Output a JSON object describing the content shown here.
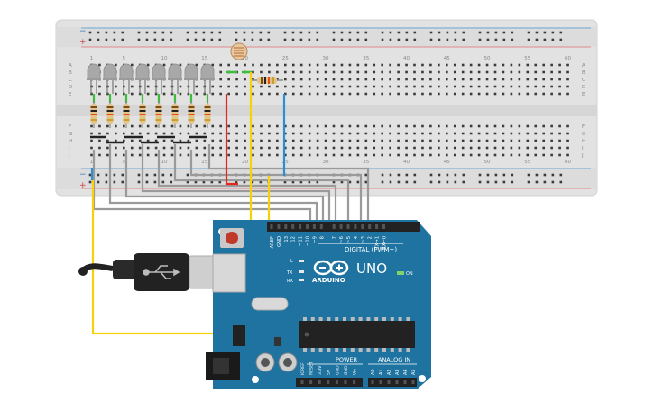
{
  "breadboard": {
    "column_numbers": [
      "1",
      "5",
      "10",
      "15",
      "20",
      "25",
      "30",
      "35",
      "40",
      "45",
      "50",
      "55",
      "60"
    ],
    "row_letters_top": [
      "A",
      "B",
      "C",
      "D",
      "E"
    ],
    "row_letters_bottom": [
      "F",
      "G",
      "H",
      "I",
      "J"
    ],
    "rail_minus": "−",
    "rail_plus": "+"
  },
  "arduino": {
    "model": "UNO",
    "brand": "ARDUINO",
    "digital_header_label": "DIGITAL (PWM~)",
    "digital_pins": [
      "AREF",
      "GND",
      "13",
      "12",
      "~11",
      "~10",
      "~9",
      "8",
      "7",
      "~6",
      "~5",
      "4",
      "~3",
      "2",
      "TX→1",
      "RX←0"
    ],
    "on_label": "ON",
    "l_label": "L",
    "tx_label": "TX",
    "rx_label": "RX",
    "power_label": "POWER",
    "analog_label": "ANALOG IN",
    "power_pins": [
      "IOREF",
      "RESET",
      "3.3V",
      "5V",
      "GND",
      "GND",
      "Vin"
    ],
    "analog_pins": [
      "A0",
      "A1",
      "A2",
      "A3",
      "A4",
      "A5"
    ]
  },
  "colors": {
    "board_blue": "#1f73a0",
    "breadboard": "#e2e2e2",
    "wire_yellow": "#f5d20a",
    "wire_gray": "#9a9a9a",
    "wire_red": "#e0281e",
    "wire_blue": "#2b8fd6",
    "wire_green": "#3bbf3b",
    "led_gray": "#a8a8a8",
    "resistor": "#e3c38a"
  }
}
